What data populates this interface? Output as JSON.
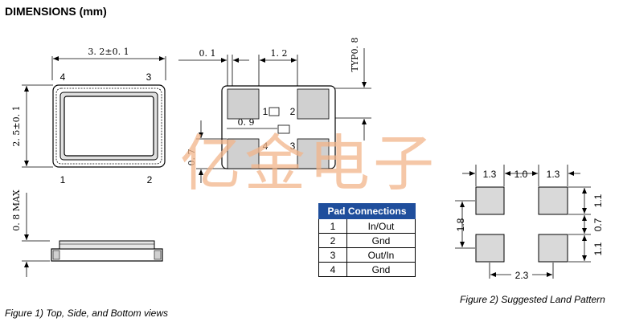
{
  "title": "DIMENSIONS (mm)",
  "top_view": {
    "width_dim": "3. 2±0. 1",
    "height_dim": "2. 5±0. 1",
    "pin_labels": [
      "4",
      "3",
      "1",
      "2"
    ]
  },
  "side_view": {
    "height_dim": "0. 8 MAX"
  },
  "bottom_view": {
    "dim_edge": "0. 1",
    "dim_pad_gap": "1. 2",
    "dim_typ": "TYP0. 8",
    "dim_inner_gap": "0. 9",
    "dim_pad_height": "0. 7",
    "pin_labels": [
      "1",
      "2",
      "4",
      "3"
    ]
  },
  "watermark": "亿金电子",
  "pad_table": {
    "header": "Pad Connections",
    "rows": [
      {
        "pad": "1",
        "connection": "In/Out"
      },
      {
        "pad": "2",
        "connection": "Gnd"
      },
      {
        "pad": "3",
        "connection": "Out/In"
      },
      {
        "pad": "4",
        "connection": "Gnd"
      }
    ]
  },
  "land_pattern": {
    "top_dims": [
      "1.3",
      "1.0",
      "1.3"
    ],
    "left_dim": "1.8",
    "right_dims": [
      "1.1",
      "0.7",
      "1.1"
    ],
    "bottom_dim": "2.3"
  },
  "caption_1": "Figure 1) Top, Side, and Bottom views",
  "caption_2": "Figure 2) Suggested Land Pattern"
}
